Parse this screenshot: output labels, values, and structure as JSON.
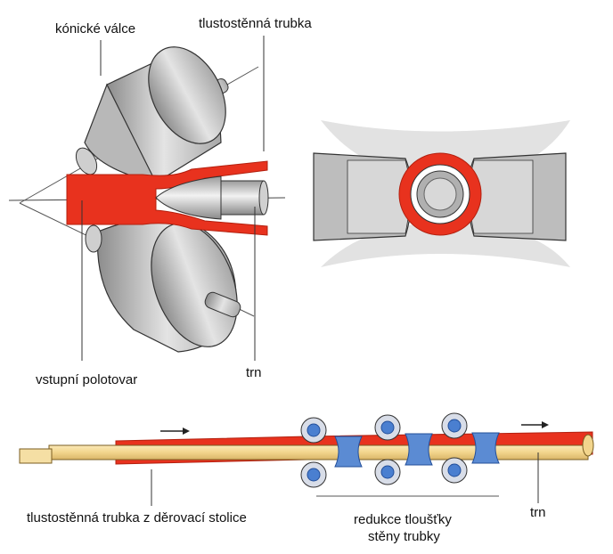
{
  "labels": {
    "conical_rolls": "kónické válce",
    "thick_wall_tube_top": "tlustostěnná trubka",
    "input_blank": "vstupní polotovar",
    "mandrel_top": "trn",
    "thick_wall_tube_bottom": "tlustostěnná trubka z děrovací stolice",
    "wall_reduction_line1": "redukce tloušťky",
    "wall_reduction_line2": "stěny trubky",
    "mandrel_bottom": "trn"
  },
  "colors": {
    "hot_metal": "#e8321e",
    "roll_steel": "#c9c9c9",
    "mandrel_bar": "#f2d58c",
    "bearing_blue": "#4a7fd0",
    "stand_blue": "#5b8bd3",
    "outline": "#333333"
  },
  "icons": {
    "direction_arrow_1": "arrow-right-icon",
    "direction_arrow_2": "arrow-right-icon"
  }
}
